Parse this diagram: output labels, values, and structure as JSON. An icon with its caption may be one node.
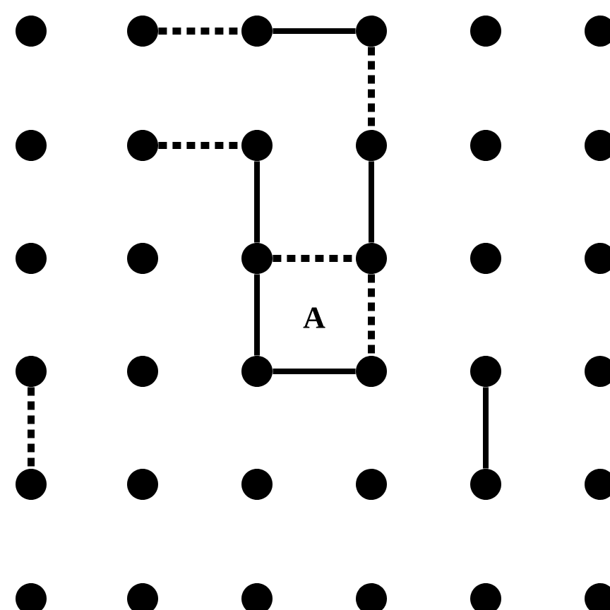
{
  "diagram": {
    "nodes": [
      {
        "text": [],
        "shape": "circle"
      },
      {
        "text": [],
        "shape": "circle"
      },
      {
        "text": [],
        "shape": "circle"
      },
      {
        "text": [],
        "shape": "circle"
      },
      {
        "text": [],
        "shape": "circle"
      },
      {
        "text": [],
        "shape": "circle"
      },
      {
        "text": [],
        "shape": "circle"
      },
      {
        "text": [],
        "shape": "circle"
      },
      {
        "text": [],
        "shape": "circle"
      },
      {
        "text": [],
        "shape": "circle"
      },
      {
        "text": [],
        "shape": "circle"
      },
      {
        "text": [],
        "shape": "circle"
      },
      {
        "text": [],
        "shape": "circle"
      },
      {
        "text": [],
        "shape": "circle"
      },
      {
        "text": [],
        "shape": "circle"
      },
      {
        "text": [],
        "shape": "circle"
      },
      {
        "text": [],
        "shape": "circle"
      },
      {
        "text": [],
        "shape": "circle"
      },
      {
        "text": [],
        "shape": "circle"
      },
      {
        "text": [],
        "shape": "circle"
      },
      {
        "text": [],
        "shape": "circle"
      },
      {
        "text": [],
        "shape": "circle"
      },
      {
        "text": [],
        "shape": "circle"
      },
      {
        "text": [],
        "shape": "circle"
      },
      {
        "text": [],
        "shape": "circle"
      },
      {
        "text": [],
        "shape": "circle"
      },
      {
        "text": [],
        "shape": "circle"
      },
      {
        "text": [],
        "shape": "circle"
      },
      {
        "text": [],
        "shape": "circle"
      },
      {
        "text": [],
        "shape": "circle"
      },
      {
        "text": [],
        "shape": "circle"
      },
      {
        "text": [],
        "shape": "circle"
      },
      {
        "text": [],
        "shape": "circle"
      },
      {
        "text": [],
        "shape": "circle"
      },
      {
        "text": [],
        "shape": "circle"
      },
      {
        "text": [],
        "shape": "circle"
      }
    ],
    "edges": [
      {
        "from": 1,
        "to": 2,
        "arrow": "none",
        "style": "dashed"
      },
      {
        "from": 2,
        "to": 3,
        "arrow": "none"
      },
      {
        "from": 3,
        "to": 9,
        "arrow": "none",
        "style": "dashed"
      },
      {
        "from": 7,
        "to": 8,
        "arrow": "none",
        "style": "dashed"
      },
      {
        "from": 8,
        "to": 14,
        "arrow": "none"
      },
      {
        "from": 9,
        "to": 15,
        "arrow": "none"
      },
      {
        "from": 14,
        "to": 15,
        "arrow": "none",
        "style": "dashed"
      },
      {
        "from": 14,
        "to": 20,
        "arrow": "none"
      },
      {
        "from": 15,
        "to": 21,
        "arrow": "none",
        "style": "dashed"
      },
      {
        "from": 20,
        "to": 21,
        "arrow": "none"
      },
      {
        "from": 18,
        "to": 24,
        "arrow": "none",
        "style": "dashed"
      },
      {
        "from": 22,
        "to": 28,
        "arrow": "none"
      }
    ],
    "labels": [
      "A"
    ]
  }
}
